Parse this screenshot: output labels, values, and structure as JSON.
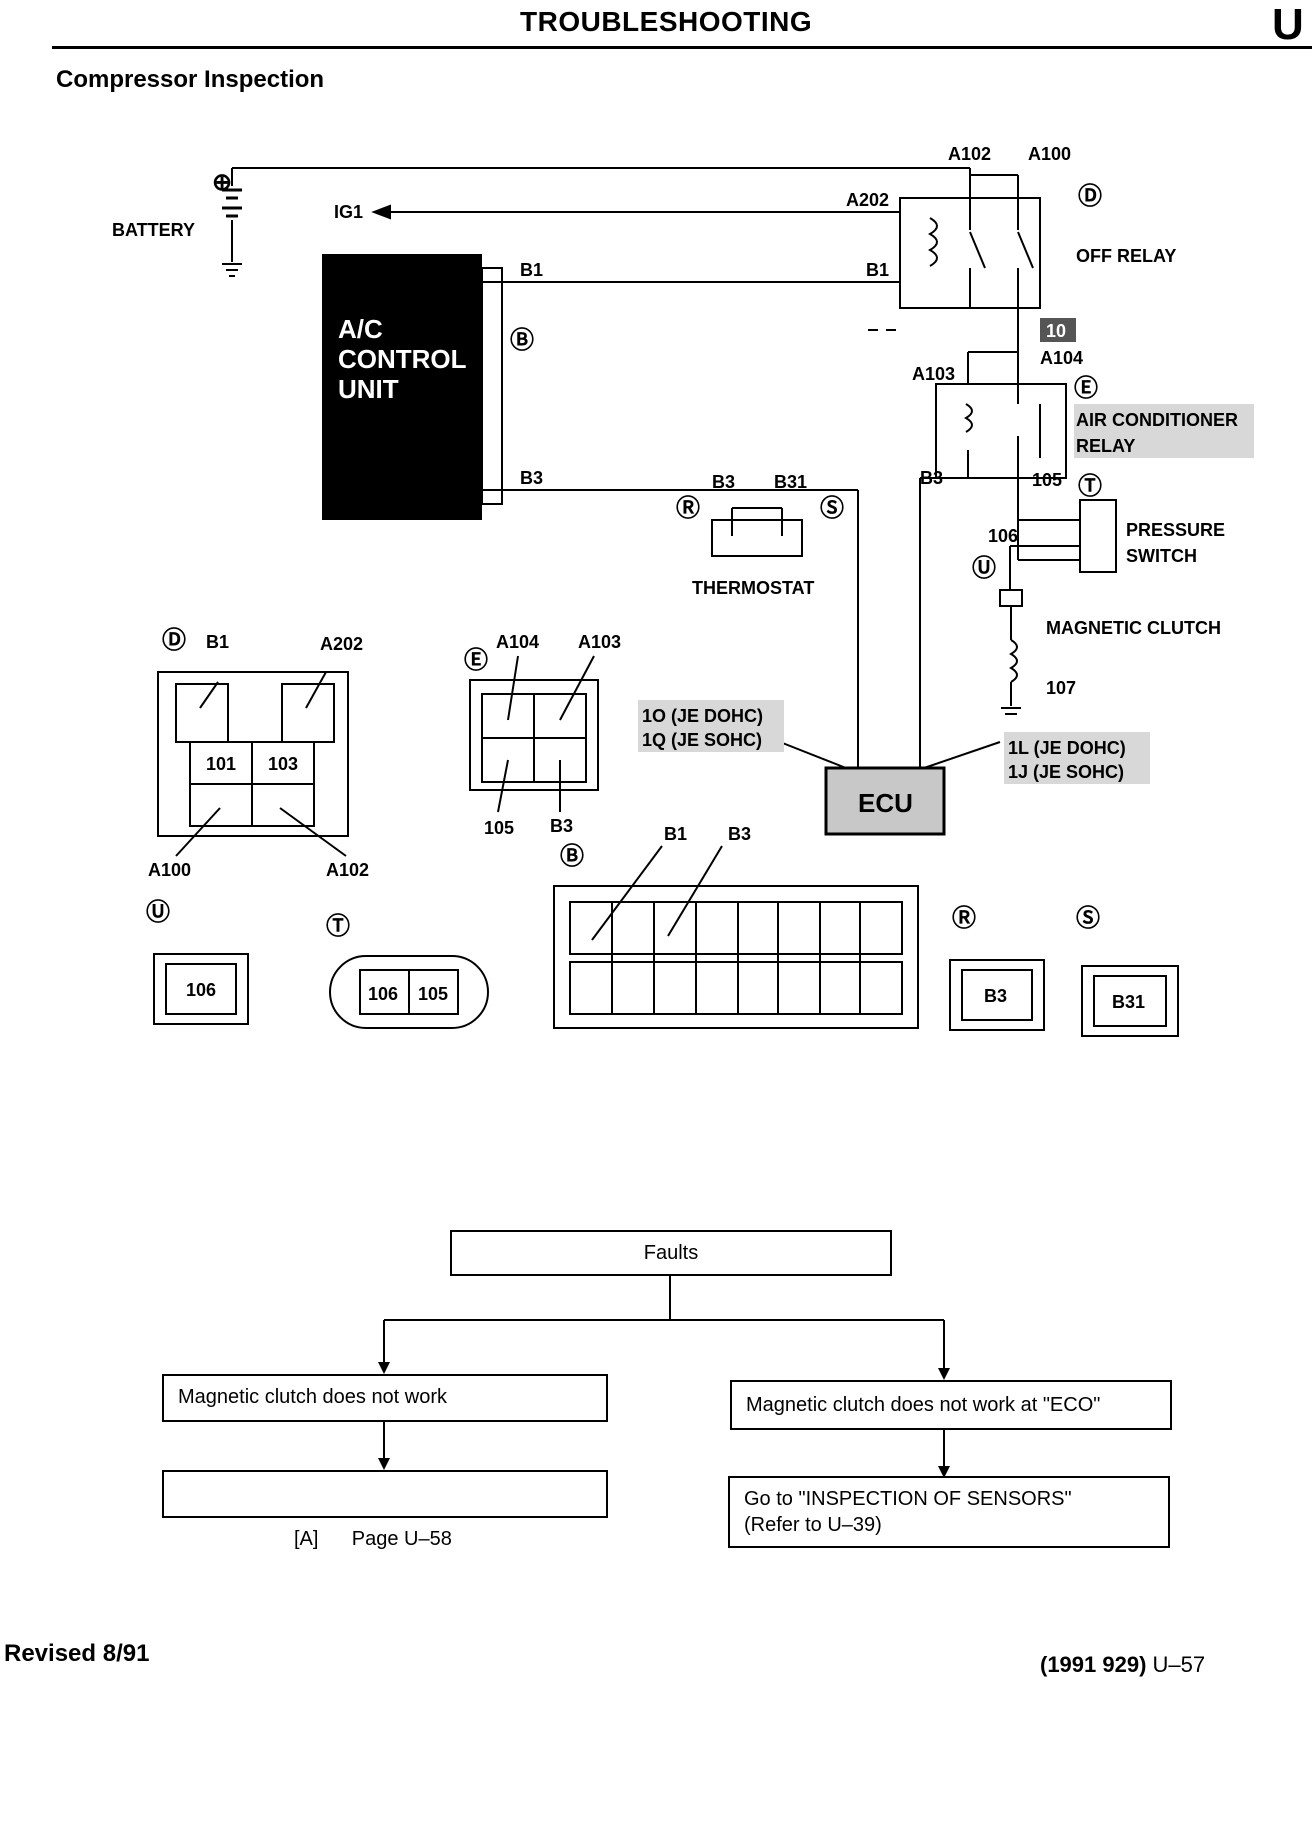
{
  "header": {
    "title": "TROUBLESHOOTING",
    "section_letter": "U",
    "subtitle": "Compressor Inspection"
  },
  "circuit": {
    "battery_label": "BATTERY",
    "battery_symbol": "⊕",
    "ig1": "IG1",
    "acu_line1": "A/C",
    "acu_line2": "CONTROL",
    "acu_line3": "UNIT",
    "acu_b1": "B1",
    "acu_b3": "B3",
    "conn_b": "Ⓑ",
    "relay_off_ref": "Ⓓ",
    "relay_off_label": "OFF RELAY",
    "relay_off_a102": "A102",
    "relay_off_a100": "A100",
    "relay_off_a202": "A202",
    "relay_off_b1": "B1",
    "fuse_10": "10",
    "relay_ac_ref": "Ⓔ",
    "relay_ac_line1": "AIR CONDITIONER",
    "relay_ac_line2": "RELAY",
    "relay_ac_a104": "A104",
    "relay_ac_a103": "A103",
    "relay_ac_b3": "B3",
    "wire_105": "105",
    "thermo_b3": "B3",
    "thermo_b31": "B31",
    "thermo_ref_r": "Ⓡ",
    "thermo_ref_s": "Ⓢ",
    "thermostat_label": "THERMOSTAT",
    "press_ref": "Ⓣ",
    "press_line1": "PRESSURE",
    "press_line2": "SWITCH",
    "wire_106": "106",
    "clutch_ref": "Ⓤ",
    "clutch_label": "MAGNETIC CLUTCH",
    "wire_107": "107",
    "ecu_label": "ECU",
    "ecu_left_1": "1O (JE DOHC)",
    "ecu_left_2": "1Q (JE SOHC)",
    "ecu_right_1": "1L (JE DOHC)",
    "ecu_right_2": "1J (JE SOHC)"
  },
  "connectors": {
    "d_ref": "Ⓓ",
    "d_b1": "B1",
    "d_a202": "A202",
    "d_101": "101",
    "d_103": "103",
    "d_a100": "A100",
    "d_a102": "A102",
    "e_ref": "Ⓔ",
    "e_a104": "A104",
    "e_a103": "A103",
    "e_105": "105",
    "e_b3": "B3",
    "b_ref": "Ⓑ",
    "b_b1": "B1",
    "b_b3": "B3",
    "u_ref": "Ⓤ",
    "u_106": "106",
    "t_ref": "Ⓣ",
    "t_106": "106",
    "t_105": "105",
    "r_ref": "Ⓡ",
    "r_b3": "B3",
    "s_ref": "Ⓢ",
    "s_b31": "B31"
  },
  "flowchart": {
    "faults": "Faults",
    "left_1": "Magnetic clutch does not work",
    "left_2": "[A]      Page U–58",
    "right_1": "Magnetic clutch does not work at \"ECO\"",
    "right_2_line1": "Go to \"INSPECTION OF SENSORS\"",
    "right_2_line2": "(Refer to U–39)"
  },
  "footer": {
    "revised": "Revised 8/91",
    "model": "(1991 929)",
    "page": "U–57"
  }
}
